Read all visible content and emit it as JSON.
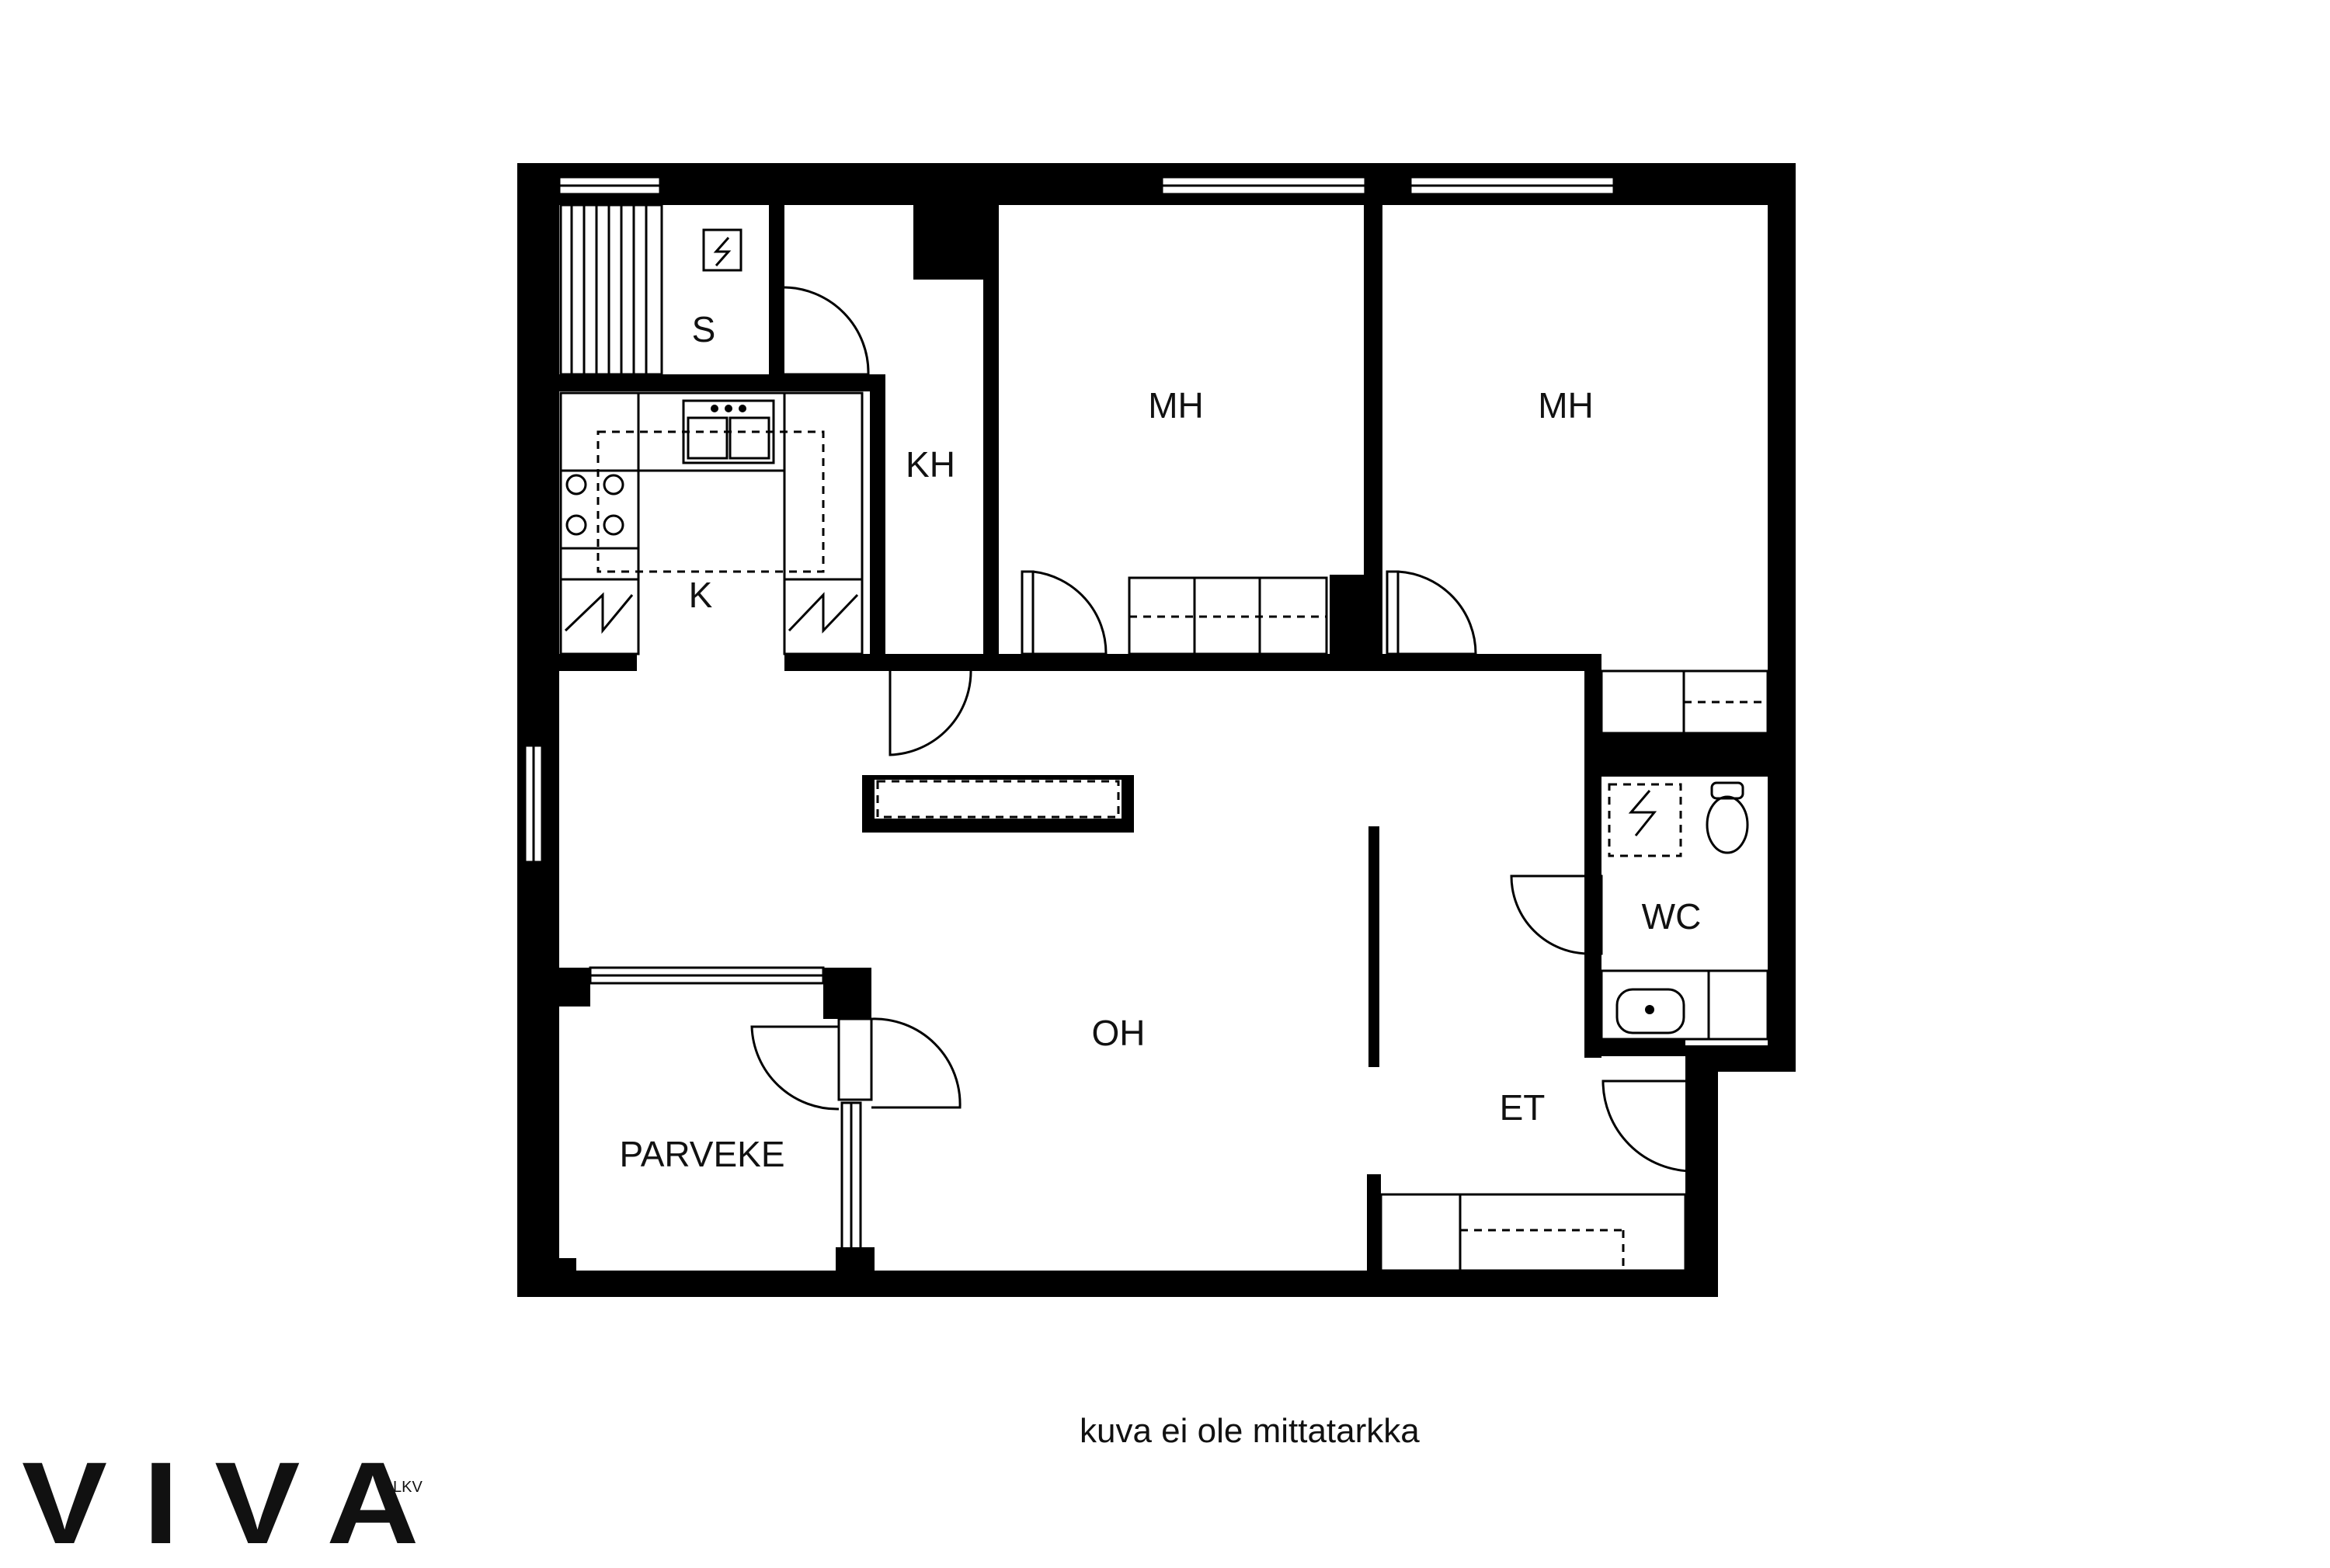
{
  "rooms": {
    "s": "S",
    "kh": "KH",
    "mh1": "MH",
    "mh2": "MH",
    "k": "K",
    "wc": "WC",
    "oh": "OH",
    "et": "ET",
    "parveke": "PARVEKE"
  },
  "disclaimer": "kuva ei ole mittatarkka",
  "logo": {
    "name": "VIVA",
    "suffix": "LKV"
  }
}
